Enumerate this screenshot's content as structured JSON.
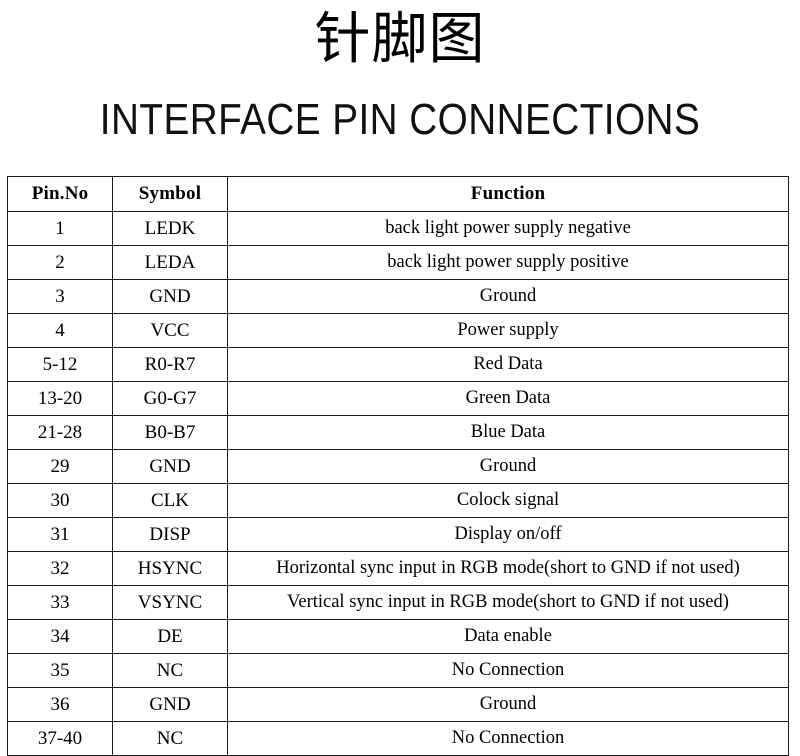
{
  "document": {
    "title_cn": "针脚图",
    "title_en": "INTERFACE PIN CONNECTIONS"
  },
  "table": {
    "columns": [
      "Pin.No",
      "Symbol",
      "Function"
    ],
    "rows": [
      {
        "pin": "1",
        "symbol": "LEDK",
        "function": "back light power supply negative"
      },
      {
        "pin": "2",
        "symbol": "LEDA",
        "function": "back light power supply positive"
      },
      {
        "pin": "3",
        "symbol": "GND",
        "function": "Ground"
      },
      {
        "pin": "4",
        "symbol": "VCC",
        "function": "Power supply"
      },
      {
        "pin": "5-12",
        "symbol": "R0-R7",
        "function": "Red Data"
      },
      {
        "pin": "13-20",
        "symbol": "G0-G7",
        "function": "Green Data"
      },
      {
        "pin": "21-28",
        "symbol": "B0-B7",
        "function": "Blue Data"
      },
      {
        "pin": "29",
        "symbol": "GND",
        "function": "Ground"
      },
      {
        "pin": "30",
        "symbol": "CLK",
        "function": "Colock signal"
      },
      {
        "pin": "31",
        "symbol": "DISP",
        "function": "Display on/off"
      },
      {
        "pin": "32",
        "symbol": "HSYNC",
        "function": "Horizontal sync input in RGB mode(short to GND if not used)"
      },
      {
        "pin": "33",
        "symbol": "VSYNC",
        "function": "Vertical sync input in RGB mode(short to GND if not used)"
      },
      {
        "pin": "34",
        "symbol": "DE",
        "function": "Data enable"
      },
      {
        "pin": "35",
        "symbol": "NC",
        "function": "No Connection"
      },
      {
        "pin": "36",
        "symbol": "GND",
        "function": "Ground"
      },
      {
        "pin": "37-40",
        "symbol": "NC",
        "function": "No Connection"
      }
    ]
  },
  "colors": {
    "background": "#ffffff",
    "text": "#000000",
    "border": "#1a1a1a"
  }
}
